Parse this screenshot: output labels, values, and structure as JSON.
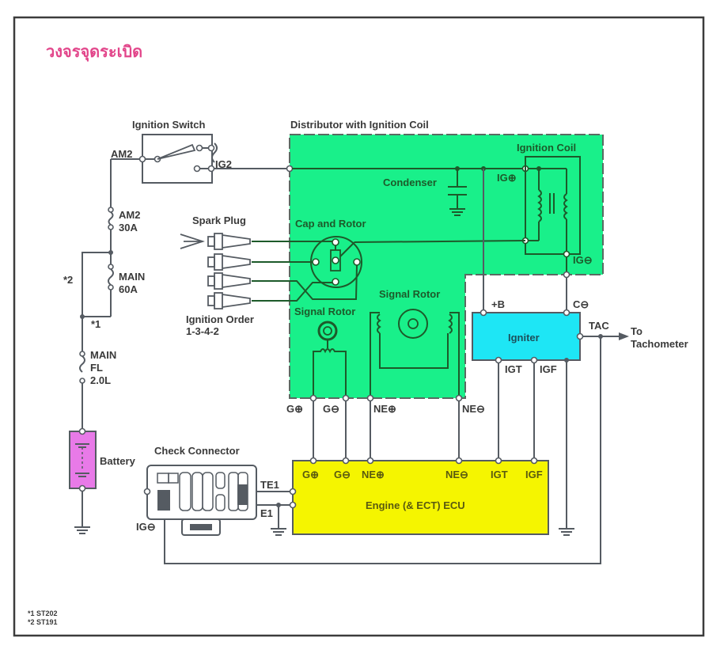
{
  "title": "วงจรจุดระเบิด",
  "colors": {
    "title": "#e2458a",
    "distributor_fill": "#19f08a",
    "igniter_fill": "#1ee6f5",
    "ecu_fill": "#f5f500",
    "battery_fill": "#e87ae8",
    "wire": "#555b62"
  },
  "components": {
    "ignition_switch": {
      "label": "Ignition Switch",
      "terminal_am2": "AM2",
      "terminal_ig2": "IG2"
    },
    "distributor": {
      "label": "Distributor with Ignition Coil"
    },
    "ignition_coil": {
      "label": "Ignition Coil",
      "ig_plus": "IG⊕",
      "ig_minus": "IG⊖"
    },
    "condenser": {
      "label": "Condenser"
    },
    "cap_rotor": {
      "label": "Cap and Rotor"
    },
    "signal_rotor_g": {
      "label": "Signal Rotor"
    },
    "signal_rotor_ne": {
      "label": "Signal Rotor"
    },
    "spark_plug": {
      "label": "Spark Plug",
      "order_label": "Ignition Order",
      "order_value": "1-3-4-2"
    },
    "fuses": [
      {
        "name": "AM2",
        "rating": "30A"
      },
      {
        "name": "MAIN",
        "rating": "60A"
      },
      {
        "name": "MAIN",
        "line2": "FL",
        "rating": "2.0L"
      }
    ],
    "notes_markers": {
      "star1": "*1",
      "star2": "*2"
    },
    "battery": {
      "label": "Battery"
    },
    "igniter": {
      "label": "Igniter",
      "plus_b": "+B",
      "c_minus": "C⊖",
      "tac": "TAC",
      "igt": "IGT",
      "igf": "IGF"
    },
    "tachometer": {
      "line1": "To",
      "line2": "Tachometer"
    },
    "distributor_terminals": {
      "g_plus": "G⊕",
      "g_minus": "G⊖",
      "ne_plus": "NE⊕",
      "ne_minus": "NE⊖"
    },
    "check_connector": {
      "label": "Check Connector",
      "te1": "TE1",
      "e1": "E1",
      "ig_minus": "IG⊖"
    },
    "ecu": {
      "label": "Engine (& ECT) ECU",
      "pins": [
        "G⊕",
        "G⊖",
        "NE⊕",
        "NE⊖",
        "IGT",
        "IGF"
      ]
    }
  },
  "footnotes": [
    "*1 ST202",
    "*2 ST191"
  ]
}
